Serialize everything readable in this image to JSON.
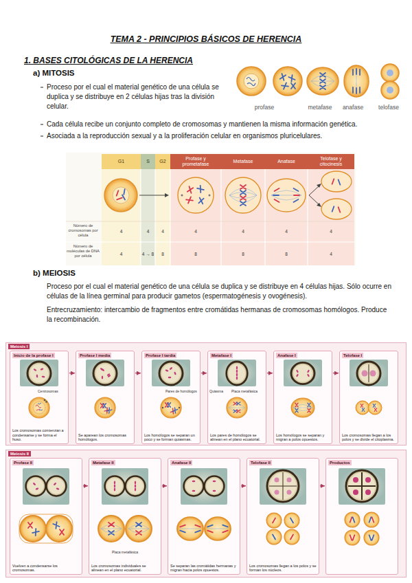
{
  "diagram": {
    "title": "TEMA 2 - PRINCIPIOS BÁSICOS DE HERENCIA",
    "nodes": [
      {
        "text": [
          "G1"
        ]
      },
      {
        "text": [
          "S"
        ]
      },
      {
        "text": [
          "G2"
        ]
      },
      {
        "text": [
          "Profase y prometafase"
        ]
      },
      {
        "text": [
          "Metafase"
        ]
      },
      {
        "text": [
          "Anafase"
        ]
      },
      {
        "text": [
          "Telofase y citocinesis"
        ]
      },
      {
        "text": [
          "Meiosis I"
        ]
      },
      {
        "text": [
          "Inicio de la profase I",
          "Los cromosomas comienzan a condensarse y se forma el huso."
        ],
        "in": 7
      },
      {
        "text": [
          "Profase I media",
          "Se aparean los cromosomas homólogos."
        ],
        "in": 7
      },
      {
        "text": [
          "Profase I tardía",
          "Los homólogos se separan un poco y se forman quiasmas."
        ],
        "in": 7
      },
      {
        "text": [
          "Metafase I",
          "Los pares de homólogos se alinean en el plano ecuatorial."
        ],
        "in": 7
      },
      {
        "text": [
          "Anafase I",
          "Los homólogos se separan y migran a polos opuestos."
        ],
        "in": 7
      },
      {
        "text": [
          "Telofase I",
          "Los cromosomas llegan a los polos y se divide el citoplasma."
        ],
        "in": 7
      },
      {
        "text": [
          "Meiosis II"
        ]
      },
      {
        "text": [
          "Profase II",
          "Vuelven a condensarse los cromosomas."
        ],
        "in": 14
      },
      {
        "text": [
          "Metafase II",
          "Los cromosomas individuales se alinean en el plano ecuatorial."
        ],
        "in": 14
      },
      {
        "text": [
          "Anafase II",
          "Se separan las cromátidas hermanas y migran hacia polos opuestos."
        ],
        "in": 14
      },
      {
        "text": [
          "Telofase II",
          "Los cromosomas llegan a los polos y se forman los núcleos."
        ],
        "in": 14
      },
      {
        "text": [
          "Productos"
        ],
        "in": 14
      }
    ],
    "edges": [
      {
        "from": 8,
        "to": 9,
        "arrow": "to"
      },
      {
        "from": 9,
        "to": 10,
        "arrow": "to"
      },
      {
        "from": 10,
        "to": 11,
        "arrow": "to"
      },
      {
        "from": 11,
        "to": 12,
        "arrow": "to"
      },
      {
        "from": 12,
        "to": 13,
        "arrow": "to"
      },
      {
        "from": 15,
        "to": 16,
        "arrow": "to"
      },
      {
        "from": 16,
        "to": 17,
        "arrow": "to"
      },
      {
        "from": 17,
        "to": 18,
        "arrow": "to"
      },
      {
        "from": 18,
        "to": 19,
        "arrow": "to"
      }
    ],
    "labels": [
      "1. BASES CITOLÓGICAS DE LA HERENCIA",
      "a) MITOSIS",
      "Proceso por el cual el material genético de una célula se duplica y se distribuye en 2 células hijas tras la división celular.",
      "Cada célula recibe un conjunto completo de cromosomas y mantienen la misma información genética.",
      "Asociada a la reproducción sexual y a la proliferación celular en organismos pluricelulares.",
      "profase",
      "metafase",
      "anafase",
      "telofase",
      "Número de cromosomas por célula",
      "4",
      "4",
      "4",
      "4",
      "4",
      "4",
      "4",
      "Número de moléculas de DNA por célula",
      "4",
      "4 → 8",
      "8",
      "8",
      "8",
      "8",
      "4",
      "b) MEIOSIS",
      "Proceso por el cual el material genético de una célula se duplica y se distribuye en 4 células hijas. Sólo ocurre en células de la línea germinal para producir gametos (espermatogénesis y ovogénesis).",
      "Entrecruzamiento: intercambio de fragmentos entre cromátidas hermanas de cromosomas homólogos. Produce la recombinación.",
      "Centrosomas",
      "Pares de homólogos",
      "Quiasma",
      "Placa metafásica",
      "Placa metafásica"
    ]
  }
}
